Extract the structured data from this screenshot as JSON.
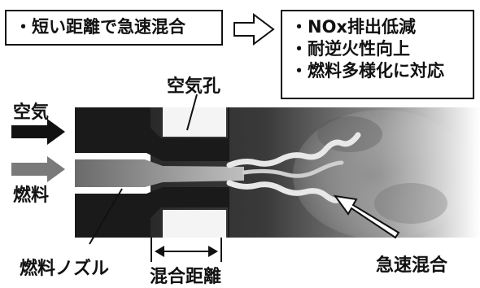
{
  "left_box": {
    "text": "・短い距離で急速混合"
  },
  "right_box": {
    "items": [
      "・NOx排出低減",
      "・耐逆火性向上",
      "・燃料多様化に対応"
    ]
  },
  "labels": {
    "air_hole": "空気孔",
    "air": "空気",
    "fuel": "燃料",
    "fuel_nozzle": "燃料ノズル",
    "mixing_distance": "混合距離",
    "rapid_mixing": "急速混合"
  },
  "colors": {
    "air_arrow": "#111111",
    "fuel_arrow": "#7a7a7a",
    "nozzle_body": "#1a1a1a",
    "fuel_stream": "#6a6a6a"
  }
}
